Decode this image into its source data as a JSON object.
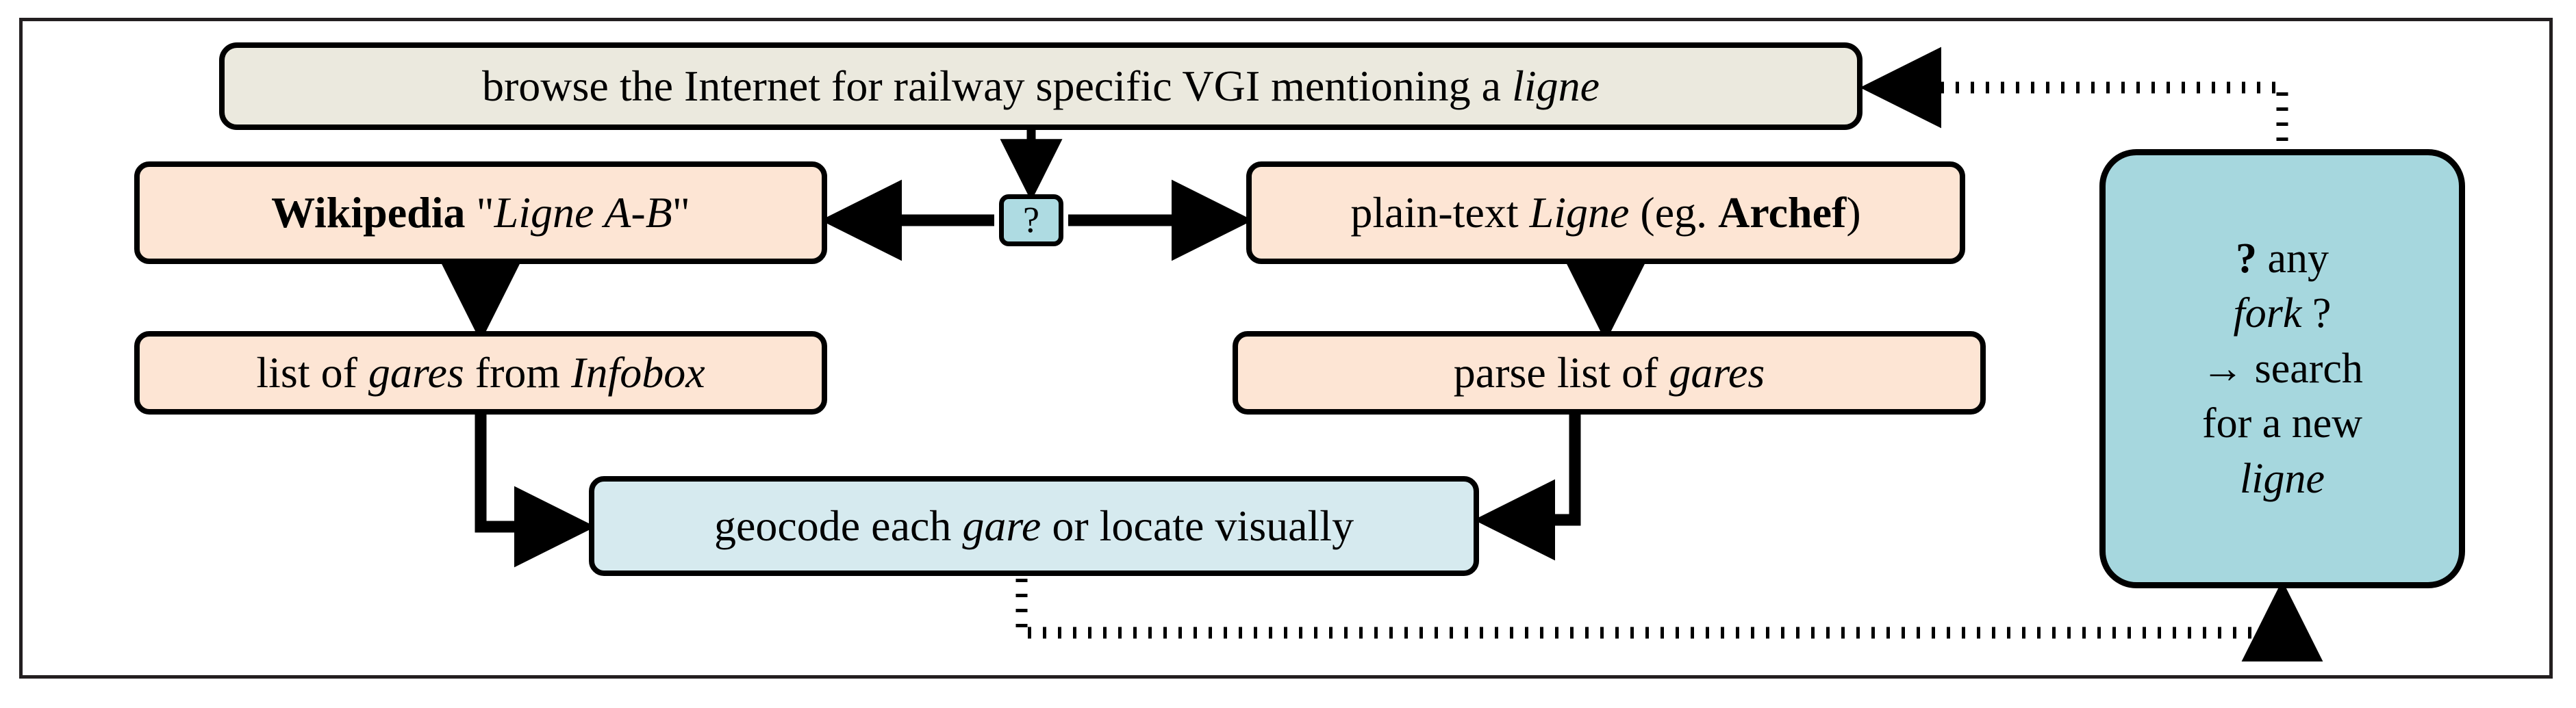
{
  "diagram": {
    "title": "browse the Internet for railway specific VGI workflow",
    "colors": {
      "cream": "#EBE9DE",
      "peach": "#FDE5D4",
      "light_blue": "#D6EAEF",
      "blue": "#A6D7DE",
      "question_blue": "#AEDBE2",
      "stroke": "#000000",
      "frame": "#231F20",
      "background": "#FFFFFF"
    },
    "nodes": {
      "browse": {
        "text_plain": "browse the Internet for railway specific VGI mentioning a ligne",
        "parts": [
          {
            "t": "browse the Internet for railway specific VGI mentioning a ",
            "style": "normal"
          },
          {
            "t": "ligne",
            "style": "italic"
          }
        ]
      },
      "wikipedia": {
        "text_plain": "Wikipedia \"Ligne A-B\"",
        "parts": [
          {
            "t": "Wikipedia",
            "style": "bold"
          },
          {
            "t": " \"",
            "style": "normal"
          },
          {
            "t": "Ligne A-B",
            "style": "italic"
          },
          {
            "t": "\"",
            "style": "normal"
          }
        ]
      },
      "question": {
        "text_plain": "?",
        "parts": [
          {
            "t": "?",
            "style": "normal"
          }
        ]
      },
      "plaintext": {
        "text_plain": "plain-text Ligne (eg. Archef)",
        "parts": [
          {
            "t": "plain-text ",
            "style": "normal"
          },
          {
            "t": "Ligne",
            "style": "italic"
          },
          {
            "t": " (eg. ",
            "style": "normal"
          },
          {
            "t": "Archef",
            "style": "bold"
          },
          {
            "t": ")",
            "style": "normal"
          }
        ]
      },
      "infobox": {
        "text_plain": "list of gares from Infobox",
        "parts": [
          {
            "t": "list of ",
            "style": "normal"
          },
          {
            "t": "gares",
            "style": "italic"
          },
          {
            "t": " from ",
            "style": "normal"
          },
          {
            "t": "Infobox",
            "style": "italic"
          }
        ]
      },
      "parse": {
        "text_plain": "parse list of gares",
        "parts": [
          {
            "t": "parse list of ",
            "style": "normal"
          },
          {
            "t": "gares",
            "style": "italic"
          }
        ]
      },
      "geocode": {
        "text_plain": "geocode each gare or locate visually",
        "parts": [
          {
            "t": "geocode each ",
            "style": "normal"
          },
          {
            "t": "gare",
            "style": "italic"
          },
          {
            "t": " or locate visually",
            "style": "normal"
          }
        ]
      },
      "fork": {
        "text_plain": "? any fork ? → search for a new ligne",
        "parts": [
          {
            "t": "?",
            "style": "bold"
          },
          {
            "t": " any ",
            "style": "normal"
          },
          {
            "t": "fork",
            "style": "italic"
          },
          {
            "t": " ?",
            "style": "normal"
          },
          {
            "t": "\n→ search for a new ",
            "style": "normal"
          },
          {
            "t": "ligne",
            "style": "italic"
          }
        ],
        "lines": [
          [
            {
              "t": "?",
              "style": "bold"
            },
            {
              "t": " any",
              "style": "normal"
            }
          ],
          [
            {
              "t": "fork",
              "style": "italic"
            },
            {
              "t": " ?",
              "style": "normal"
            }
          ],
          [
            {
              "t": "→ search",
              "style": "normal"
            }
          ],
          [
            {
              "t": "for a new",
              "style": "normal"
            }
          ],
          [
            {
              "t": "ligne",
              "style": "italic"
            }
          ]
        ]
      }
    },
    "edges": [
      {
        "name": "browse-to-question",
        "from": "browse",
        "to": "question",
        "style": "solid",
        "arrow": "end"
      },
      {
        "name": "question-to-wikipedia",
        "from": "question",
        "to": "wikipedia",
        "style": "solid",
        "arrow": "end"
      },
      {
        "name": "question-to-plaintext",
        "from": "question",
        "to": "plaintext",
        "style": "solid",
        "arrow": "end"
      },
      {
        "name": "wikipedia-to-infobox",
        "from": "wikipedia",
        "to": "infobox",
        "style": "solid",
        "arrow": "end"
      },
      {
        "name": "plaintext-to-parse",
        "from": "plaintext",
        "to": "parse",
        "style": "solid",
        "arrow": "end"
      },
      {
        "name": "infobox-to-geocode",
        "from": "infobox",
        "to": "geocode",
        "style": "solid",
        "arrow": "end"
      },
      {
        "name": "parse-to-geocode",
        "from": "parse",
        "to": "geocode",
        "style": "solid",
        "arrow": "end"
      },
      {
        "name": "geocode-to-fork",
        "from": "geocode",
        "to": "fork",
        "style": "dotted",
        "arrow": "end"
      },
      {
        "name": "fork-to-browse",
        "from": "fork",
        "to": "browse",
        "style": "dotted",
        "arrow": "end"
      }
    ]
  }
}
